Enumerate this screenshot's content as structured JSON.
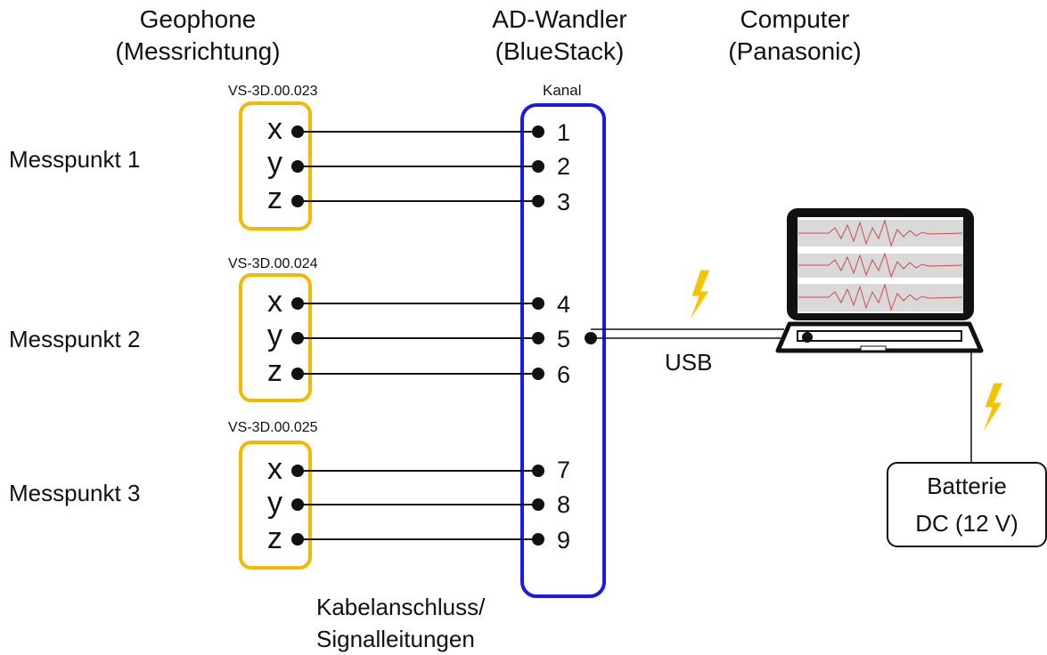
{
  "headers": {
    "geophone": {
      "line1": "Geophone",
      "line2": "(Messrichtung)"
    },
    "adc": {
      "line1": "AD-Wandler",
      "line2": "(BlueStack)"
    },
    "computer": {
      "line1": "Computer",
      "line2": "(Panasonic)"
    }
  },
  "kanal_label": "Kanal",
  "geophones": [
    {
      "serial": "VS-3D.00.023",
      "point": "Messpunkt 1",
      "axes": [
        "x",
        "y",
        "z"
      ],
      "channels": [
        "1",
        "2",
        "3"
      ]
    },
    {
      "serial": "VS-3D.00.024",
      "point": "Messpunkt 2",
      "axes": [
        "x",
        "y",
        "z"
      ],
      "channels": [
        "4",
        "5",
        "6"
      ]
    },
    {
      "serial": "VS-3D.00.025",
      "point": "Messpunkt 3",
      "axes": [
        "x",
        "y",
        "z"
      ],
      "channels": [
        "7",
        "8",
        "9"
      ]
    }
  ],
  "usb_label": "USB",
  "battery": {
    "line1": "Batterie",
    "line2": "DC (12 V)"
  },
  "cable_label": {
    "line1": "Kabelanschluss/",
    "line2": "Signalleitungen"
  },
  "colors": {
    "geophone_box": "#f5b800",
    "adc_box": "#1a1ae6",
    "lightning": "#f5c400",
    "waveform": "#d04a4a"
  }
}
